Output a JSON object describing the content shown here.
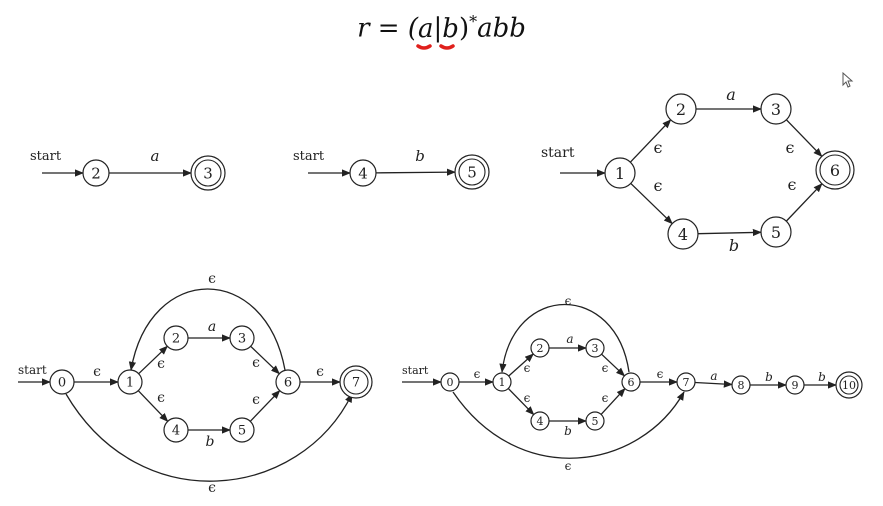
{
  "formula": {
    "lhs": "r = (",
    "a": "a",
    "bar": "|",
    "b": "b",
    "close": ")",
    "star": "*",
    "tail": "abb"
  },
  "start_label": "start",
  "epsilon": "ϵ",
  "diagrams": [
    {
      "id": "nfa-a",
      "states": [
        {
          "label": "2",
          "accepting": false
        },
        {
          "label": "3",
          "accepting": true
        }
      ],
      "edges": [
        {
          "from": "2",
          "to": "3",
          "label": "a"
        }
      ]
    },
    {
      "id": "nfa-b",
      "states": [
        {
          "label": "4",
          "accepting": false
        },
        {
          "label": "5",
          "accepting": true
        }
      ],
      "edges": [
        {
          "from": "4",
          "to": "5",
          "label": "b"
        }
      ]
    },
    {
      "id": "nfa-union",
      "states": [
        {
          "label": "1",
          "accepting": false
        },
        {
          "label": "2",
          "accepting": false
        },
        {
          "label": "3",
          "accepting": false
        },
        {
          "label": "4",
          "accepting": false
        },
        {
          "label": "5",
          "accepting": false
        },
        {
          "label": "6",
          "accepting": true
        }
      ],
      "edges": [
        {
          "from": "1",
          "to": "2",
          "label": "ϵ"
        },
        {
          "from": "1",
          "to": "4",
          "label": "ϵ"
        },
        {
          "from": "2",
          "to": "3",
          "label": "a"
        },
        {
          "from": "4",
          "to": "5",
          "label": "b"
        },
        {
          "from": "3",
          "to": "6",
          "label": "ϵ"
        },
        {
          "from": "5",
          "to": "6",
          "label": "ϵ"
        }
      ]
    },
    {
      "id": "nfa-star",
      "states": [
        {
          "label": "0",
          "accepting": false
        },
        {
          "label": "1",
          "accepting": false
        },
        {
          "label": "2",
          "accepting": false
        },
        {
          "label": "3",
          "accepting": false
        },
        {
          "label": "4",
          "accepting": false
        },
        {
          "label": "5",
          "accepting": false
        },
        {
          "label": "6",
          "accepting": false
        },
        {
          "label": "7",
          "accepting": true
        }
      ],
      "edges": [
        {
          "from": "0",
          "to": "1",
          "label": "ϵ"
        },
        {
          "from": "1",
          "to": "2",
          "label": "ϵ"
        },
        {
          "from": "1",
          "to": "4",
          "label": "ϵ"
        },
        {
          "from": "2",
          "to": "3",
          "label": "a"
        },
        {
          "from": "4",
          "to": "5",
          "label": "b"
        },
        {
          "from": "3",
          "to": "6",
          "label": "ϵ"
        },
        {
          "from": "5",
          "to": "6",
          "label": "ϵ"
        },
        {
          "from": "6",
          "to": "7",
          "label": "ϵ"
        },
        {
          "from": "6",
          "to": "1",
          "label": "ϵ"
        },
        {
          "from": "0",
          "to": "7",
          "label": "ϵ"
        }
      ]
    },
    {
      "id": "nfa-full",
      "states": [
        {
          "label": "0",
          "accepting": false
        },
        {
          "label": "1",
          "accepting": false
        },
        {
          "label": "2",
          "accepting": false
        },
        {
          "label": "3",
          "accepting": false
        },
        {
          "label": "4",
          "accepting": false
        },
        {
          "label": "5",
          "accepting": false
        },
        {
          "label": "6",
          "accepting": false
        },
        {
          "label": "7",
          "accepting": false
        },
        {
          "label": "8",
          "accepting": false
        },
        {
          "label": "9",
          "accepting": false
        },
        {
          "label": "10",
          "accepting": true
        }
      ],
      "edges": [
        {
          "from": "0",
          "to": "1",
          "label": "ϵ"
        },
        {
          "from": "1",
          "to": "2",
          "label": "ϵ"
        },
        {
          "from": "1",
          "to": "4",
          "label": "ϵ"
        },
        {
          "from": "2",
          "to": "3",
          "label": "a"
        },
        {
          "from": "4",
          "to": "5",
          "label": "b"
        },
        {
          "from": "3",
          "to": "6",
          "label": "ϵ"
        },
        {
          "from": "5",
          "to": "6",
          "label": "ϵ"
        },
        {
          "from": "6",
          "to": "7",
          "label": "ϵ"
        },
        {
          "from": "6",
          "to": "1",
          "label": "ϵ"
        },
        {
          "from": "0",
          "to": "7",
          "label": "ϵ"
        },
        {
          "from": "7",
          "to": "8",
          "label": "a"
        },
        {
          "from": "8",
          "to": "9",
          "label": "b"
        },
        {
          "from": "9",
          "to": "10",
          "label": "b"
        }
      ]
    }
  ],
  "colors": {
    "ink": "#222222",
    "annotation": "#e0201c"
  }
}
